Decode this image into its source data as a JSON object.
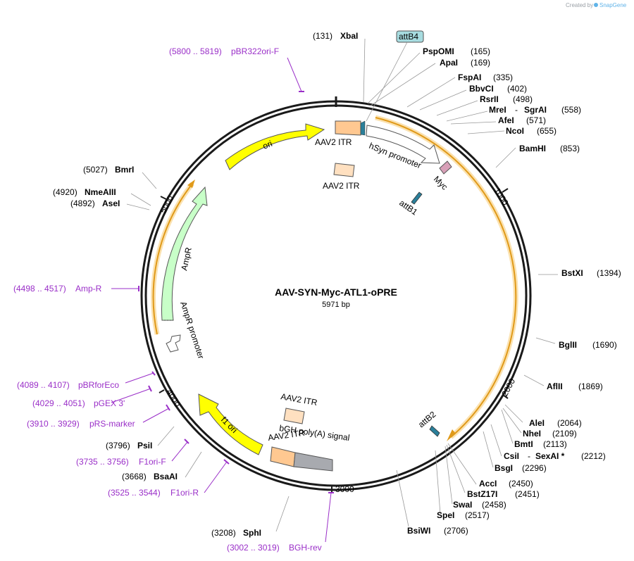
{
  "credit": {
    "prefix": "Created by",
    "brand": "SnapGene"
  },
  "plasmid": {
    "name": "AAV-SYN-Myc-ATL1-oPRE",
    "length_label": "5971 bp"
  },
  "ticks": [
    "1000",
    "2000",
    "3000",
    "4000",
    "5000"
  ],
  "sites_right": [
    {
      "name": "XbaI",
      "pos": "(131)"
    },
    {
      "name": "PspOMI",
      "pos": "(165)"
    },
    {
      "name": "ApaI",
      "pos": "(169)"
    },
    {
      "name": "FspAI",
      "pos": "(335)"
    },
    {
      "name": "BbvCI",
      "pos": "(402)"
    },
    {
      "name": "RsrII",
      "pos": "(498)"
    },
    {
      "name": "MreI",
      "name2": "SgrAI",
      "pos": "(558)"
    },
    {
      "name": "AfeI",
      "pos": "(571)"
    },
    {
      "name": "NcoI",
      "pos": "(655)"
    },
    {
      "name": "BamHI",
      "pos": "(853)"
    },
    {
      "name": "BstXI",
      "pos": "(1394)"
    },
    {
      "name": "BglII",
      "pos": "(1690)"
    },
    {
      "name": "AflII",
      "pos": "(1869)"
    },
    {
      "name": "AleI",
      "pos": "(2064)"
    },
    {
      "name": "NheI",
      "pos": "(2109)"
    },
    {
      "name": "BmtI",
      "pos": "(2113)"
    },
    {
      "name": "CsiI",
      "name2": "SexAI *",
      "pos": "(2212)"
    },
    {
      "name": "BsgI",
      "pos": "(2296)"
    },
    {
      "name": "AccI",
      "pos": "(2450)"
    },
    {
      "name": "BstZ17I",
      "pos": "(2451)"
    },
    {
      "name": "SwaI",
      "pos": "(2458)"
    },
    {
      "name": "SpeI",
      "pos": "(2517)"
    },
    {
      "name": "BsiWI",
      "pos": "(2706)"
    }
  ],
  "sites_left": [
    {
      "name": "BmrI",
      "pos": "(5027)"
    },
    {
      "name": "NmeAIII",
      "pos": "(4920)"
    },
    {
      "name": "AseI",
      "pos": "(4892)"
    },
    {
      "name": "PsiI",
      "pos": "(3796)"
    },
    {
      "name": "BsaAI",
      "pos": "(3668)"
    },
    {
      "name": "SphI",
      "pos": "(3208)"
    }
  ],
  "primers": [
    {
      "range": "(5800 .. 5819)",
      "name": "pBR322ori-F"
    },
    {
      "range": "(4498 .. 4517)",
      "name": "Amp-R"
    },
    {
      "range": "(4089 .. 4107)",
      "name": "pBRforEco"
    },
    {
      "range": "(4029 .. 4051)",
      "name": "pGEX 3'"
    },
    {
      "range": "(3910 .. 3929)",
      "name": "pRS-marker"
    },
    {
      "range": "(3735 .. 3756)",
      "name": "F1ori-F"
    },
    {
      "range": "(3525 .. 3544)",
      "name": "F1ori-R"
    },
    {
      "range": "(3002 .. 3019)",
      "name": "BGH-rev"
    }
  ],
  "features": {
    "attB4": "attB4",
    "ori": "ori",
    "itr_top": "AAV2 ITR",
    "itr_inner": "AAV2 ITR",
    "hsyn": "hSyn promoter",
    "myc": "Myc",
    "attB1": "attB1",
    "attB2": "attB2",
    "ampr": "AmpR",
    "ampr_promoter": "AmpR promoter",
    "f1ori": "f1 ori",
    "itr_bottom1": "AAV2 ITR",
    "bgh": "bGH poly(A) signal",
    "itr_bottom2": "AAV2 ITR"
  },
  "colors": {
    "ori": "#ffff00",
    "f1ori": "#ffff00",
    "itr": "#ffc891",
    "itr_light": "#ffe0c0",
    "ampr": "#c8ffc8",
    "myc": "#d8a0b8",
    "att": "#2a7f9a",
    "bgh": "#a8aaaf",
    "orf": "#e09a1a",
    "orf_glow": "#fbe2b0",
    "primer": "#9a2fc8",
    "attB4_fill": "#a7dce0"
  }
}
